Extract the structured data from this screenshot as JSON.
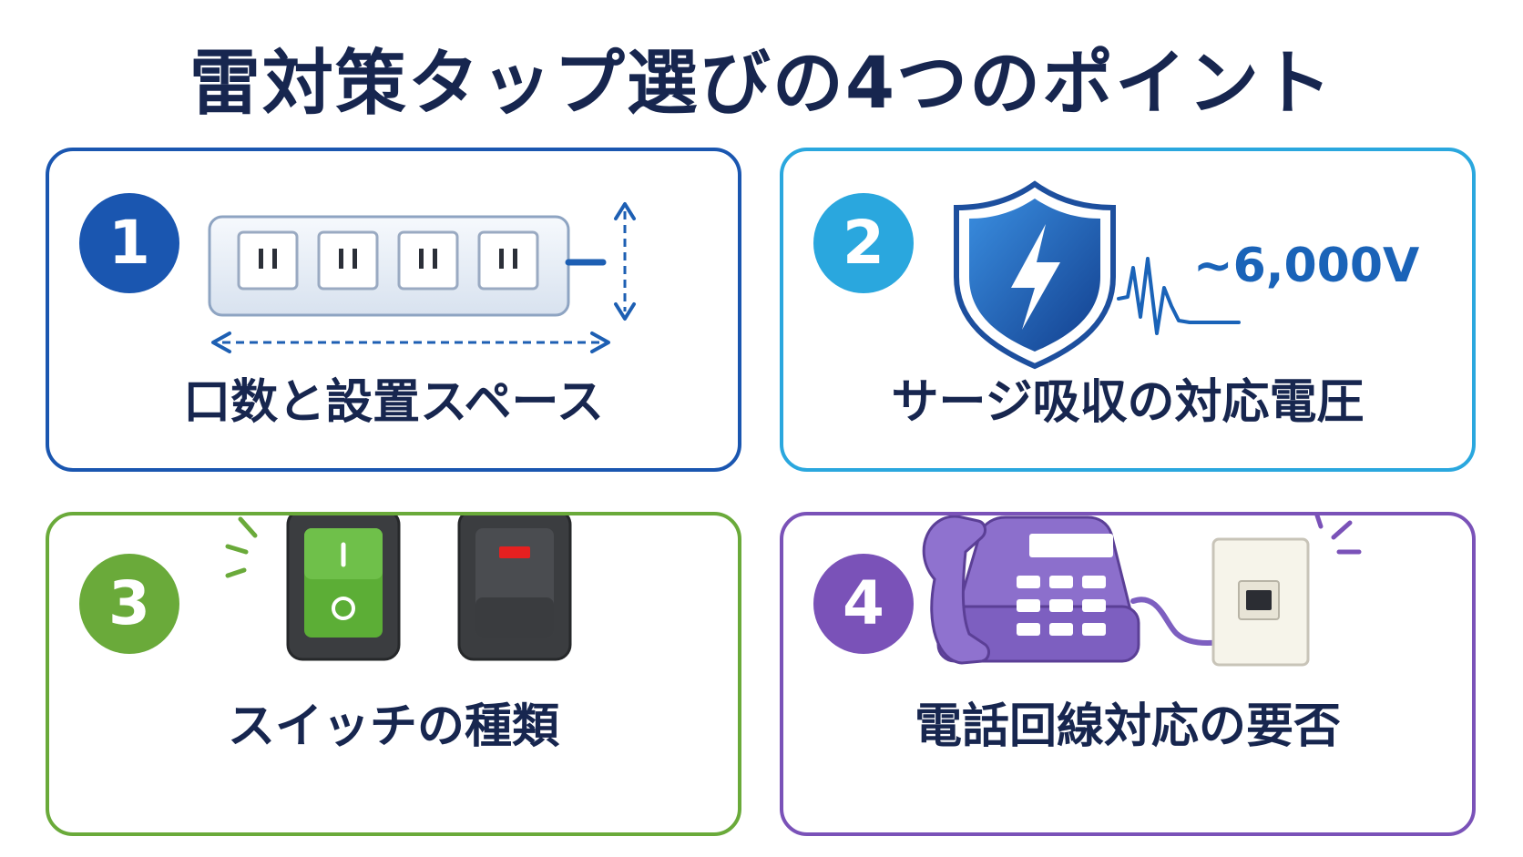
{
  "title": "雷対策タップ選びの4つのポイント",
  "colors": {
    "card1": "#1a56b0",
    "card2": "#2aa7de",
    "card3": "#6aaa3a",
    "card4": "#7a52b8",
    "title": "#17264f"
  },
  "cards": [
    {
      "number": "1",
      "label": "口数と設置スペース",
      "icon": "power-strip-icon"
    },
    {
      "number": "2",
      "label": "サージ吸収の対応電圧",
      "icon": "shield-lightning-icon",
      "voltage": "~6,000V"
    },
    {
      "number": "3",
      "label": "スイッチの種類",
      "icon": "rocker-switch-icon"
    },
    {
      "number": "4",
      "label": "電話回線対応の要否",
      "icon": "telephone-icon"
    }
  ]
}
